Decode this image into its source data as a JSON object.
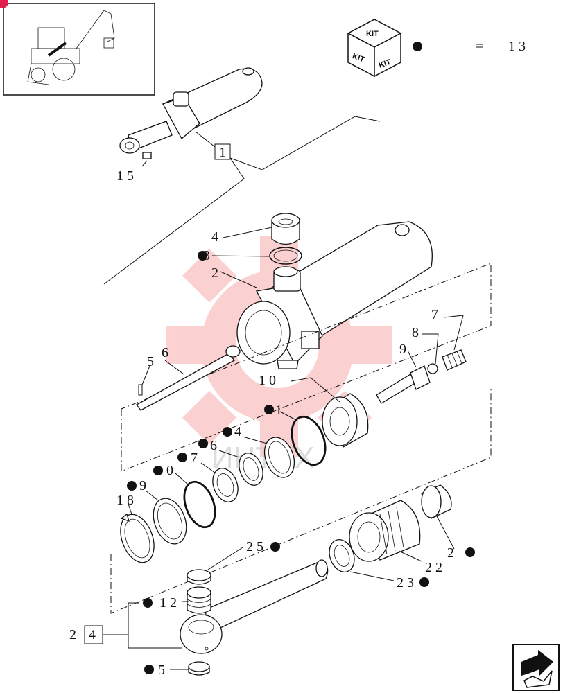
{
  "kit_legend": {
    "badge": "KIT",
    "face_left": "KIT",
    "face_right": "KIT",
    "equals": "=",
    "value": "1 3"
  },
  "callouts": {
    "c15_top": "1 5",
    "c1": "1",
    "c4": "4",
    "c3": "3",
    "c2": "2",
    "c7": "7",
    "c8": "8",
    "c9": "9",
    "c5": "5",
    "c6": "6",
    "c10": "1 0",
    "c11": "1",
    "c14": "4",
    "c16": "6",
    "c17": "7",
    "c20": "0",
    "c19": "9",
    "c18": "1 8",
    "c25": "2 5",
    "c21": "2",
    "c22": "2 2",
    "c23": "2 3",
    "c12": "1 2",
    "c24a": "2",
    "c24b": "4",
    "c15_bottom": "5"
  },
  "watermark_text": "ИНТЕХ"
}
